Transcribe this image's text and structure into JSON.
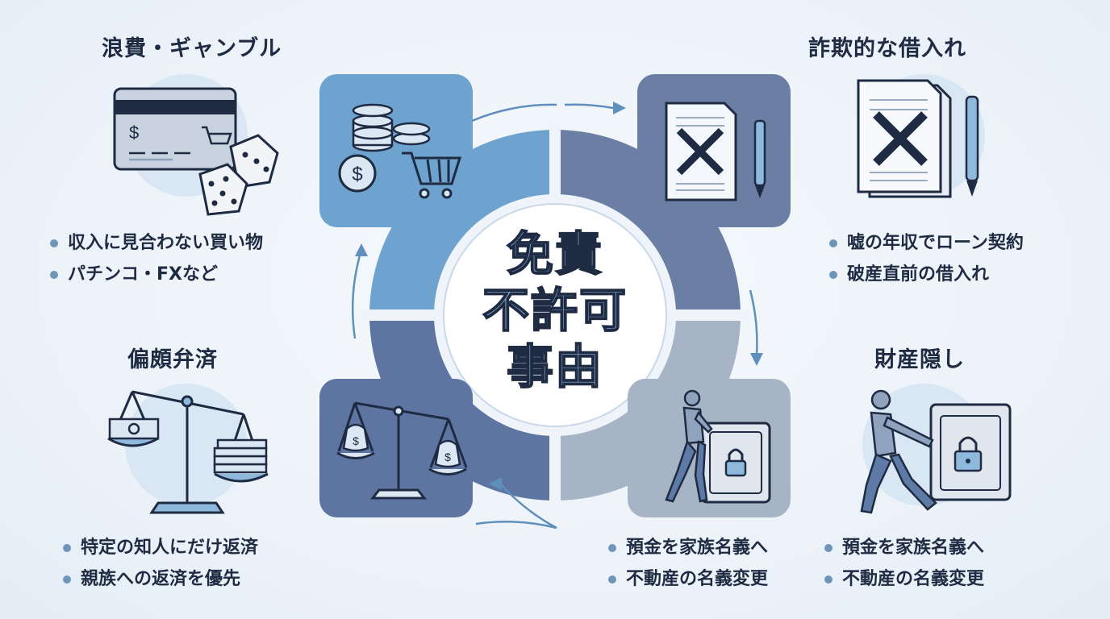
{
  "center_title": [
    "免責",
    "不許可",
    "事由"
  ],
  "colors": {
    "blue": "#6fa3cf",
    "slate": "#6a7fa3",
    "navy": "#5d75a0",
    "grey": "#a7b4c5",
    "text": "#1e2b42",
    "circle_bg": "#d9e6f3"
  },
  "sections": {
    "waste": {
      "title": "浪費・ギャンブル",
      "icons": [
        "credit-card-icon",
        "dice-icon",
        "coins-icon",
        "shopping-cart-icon"
      ],
      "bullets": [
        "収入に見合わない買い物",
        "パチンコ・FXなど"
      ]
    },
    "fraud": {
      "title": "詐欺的な借入れ",
      "icons": [
        "cancelled-document-icon",
        "pen-icon"
      ],
      "bullets": [
        "嘘の年収でローン契約",
        "破産直前の借入れ"
      ]
    },
    "preference": {
      "title": "偏頗弁済",
      "icons": [
        "balance-scale-icon",
        "money-bag-icon",
        "cash-stack-icon"
      ],
      "bullets": [
        "特定の知人にだけ返済",
        "親族への返済を優先"
      ]
    },
    "concealment": {
      "title": "財産隠し",
      "icons": [
        "person-pushing-safe-icon",
        "safe-icon",
        "padlock-icon"
      ],
      "bullets": [
        "預金を家族名義へ",
        "不動産の名義変更"
      ],
      "tile_bullets": [
        "預金を家族名義へ",
        "不動産の名義変更"
      ]
    }
  }
}
